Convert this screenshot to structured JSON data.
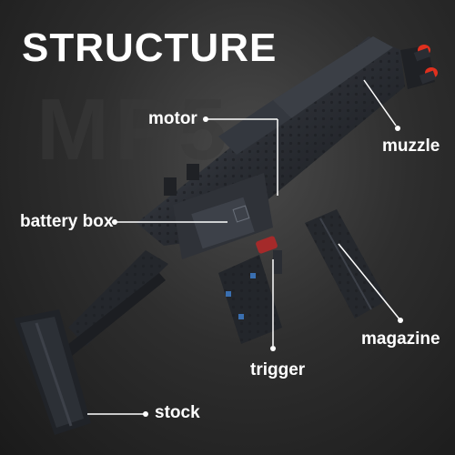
{
  "title": "STRUCTURE",
  "background_text": "MP5",
  "colors": {
    "background": "#2e2e2e",
    "gun_body": "#2a2d33",
    "gun_highlight": "#555a63",
    "muzzle_tip": "#e0301e",
    "accent_blue": "#3a6fb0",
    "label": "#ffffff"
  },
  "labels": {
    "motor": "motor",
    "muzzle": "muzzle",
    "battery_box": "battery box",
    "magazine": "magazine",
    "trigger": "trigger",
    "stock": "stock"
  }
}
